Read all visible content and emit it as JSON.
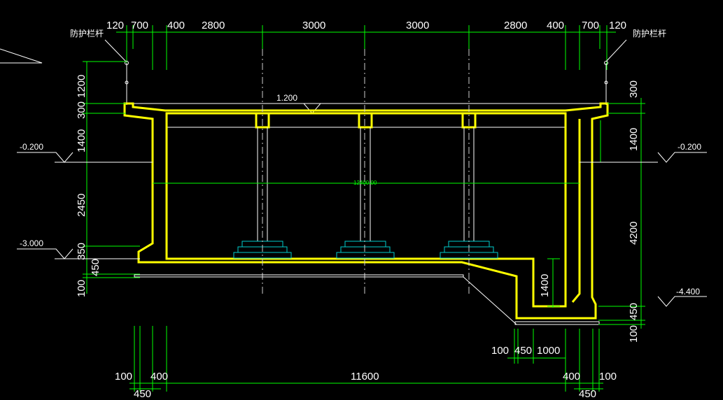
{
  "top_dims": [
    "120",
    "700",
    "400",
    "2800",
    "3000",
    "3000",
    "2800",
    "400",
    "700",
    "120"
  ],
  "left_vertical_dims": [
    "1200",
    "300",
    "1400",
    "2450",
    "350",
    "450",
    "100"
  ],
  "right_vertical_dims": [
    "300",
    "1400",
    "4200",
    "450",
    "100"
  ],
  "bottom_dims": {
    "row1": [
      "100",
      "450",
      "1000"
    ],
    "row2": [
      "100",
      "400",
      "11600",
      "400",
      "100"
    ],
    "row3": [
      "450",
      "450"
    ]
  },
  "inner_dim_1400": "1400",
  "center_span_label": "12400.00",
  "railing_label": "防护栏杆",
  "elevations": {
    "deck": "1.200",
    "ground_left": "-0.200",
    "ground_right": "-0.200",
    "floor": "-3.000",
    "sump": "-4.400"
  },
  "colors": {
    "background": "#000000",
    "structure": "#ffff00",
    "dimension": "#00ff00",
    "linework": "#ffffff",
    "footing": "#00cccc"
  }
}
